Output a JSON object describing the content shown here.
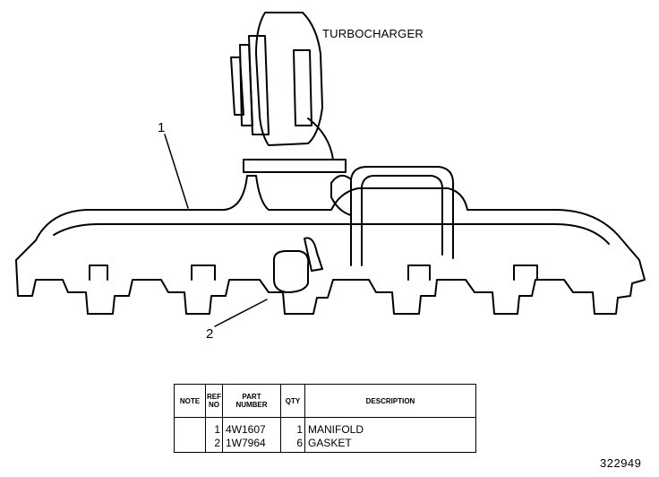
{
  "labels": {
    "turbocharger": "TURBOCHARGER",
    "callout_1": "1",
    "callout_2": "2",
    "figure_number": "322949"
  },
  "table": {
    "headers": {
      "note": "NOTE",
      "ref_line1": "REF",
      "ref_line2": "NO",
      "part_line1": "PART",
      "part_line2": "NUMBER",
      "qty": "QTY",
      "description": "DESCRIPTION"
    },
    "rows": [
      {
        "note": "",
        "ref": "1",
        "part": "4W1607",
        "qty": "1",
        "description": "MANIFOLD"
      },
      {
        "note": "",
        "ref": "2",
        "part": "1W7964",
        "qty": "6",
        "description": "GASKET"
      }
    ]
  },
  "colors": {
    "ink": "#000000",
    "paper": "#ffffff"
  }
}
